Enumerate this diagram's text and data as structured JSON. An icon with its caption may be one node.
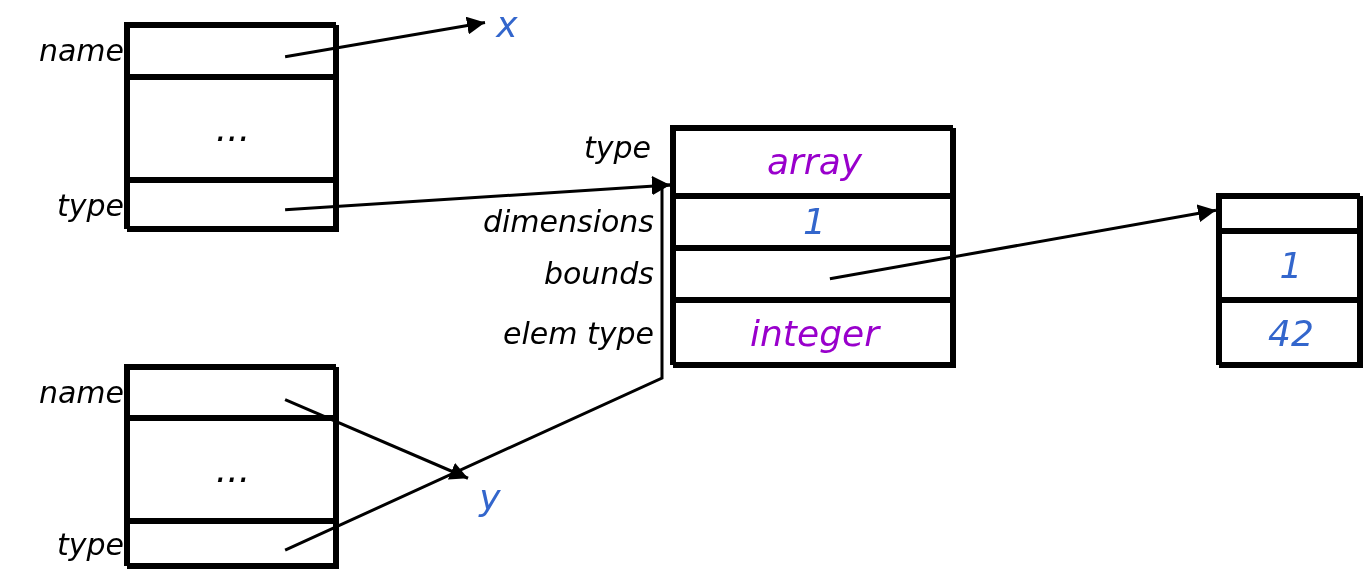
{
  "diagram": {
    "nodes": [
      {
        "text": [],
        "shape": "box"
      },
      {
        "text": [],
        "shape": "box",
        "in": 0,
        "beside": [
          "name"
        ]
      },
      {
        "text": [
          "..."
        ],
        "in": 0
      },
      {
        "text": [],
        "shape": "box",
        "in": 0,
        "beside": [
          "type"
        ]
      },
      {
        "text": [
          "x"
        ]
      },
      {
        "text": [],
        "shape": "box"
      },
      {
        "text": [],
        "shape": "box",
        "in": 5,
        "beside": [
          "name"
        ]
      },
      {
        "text": [
          "..."
        ],
        "in": 5
      },
      {
        "text": [],
        "shape": "box",
        "in": 5,
        "beside": [
          "type"
        ]
      },
      {
        "text": [
          "y"
        ]
      },
      {
        "text": [],
        "shape": "box"
      },
      {
        "text": [
          "array"
        ],
        "in": 10,
        "beside": [
          "type"
        ]
      },
      {
        "text": [
          "1"
        ],
        "in": 10,
        "beside": [
          "dimensions"
        ]
      },
      {
        "text": [],
        "shape": "box",
        "in": 10,
        "beside": [
          "bounds"
        ]
      },
      {
        "text": [
          "integer"
        ],
        "in": 10,
        "beside": [
          "elem type"
        ]
      },
      {
        "text": [],
        "shape": "box"
      },
      {
        "text": [],
        "shape": "box",
        "in": 15
      },
      {
        "text": [
          "1"
        ],
        "in": 15
      },
      {
        "text": [
          "42"
        ],
        "in": 15
      }
    ],
    "edges": [
      {
        "from": 1,
        "to": 4,
        "arrow": "to"
      },
      {
        "from": 3,
        "to": 10,
        "arrow": "to"
      },
      {
        "from": 6,
        "to": 9,
        "arrow": "to"
      },
      {
        "from": 8,
        "to": 10,
        "arrow": "to"
      },
      {
        "from": 13,
        "to": 15,
        "arrow": "to"
      }
    ]
  }
}
